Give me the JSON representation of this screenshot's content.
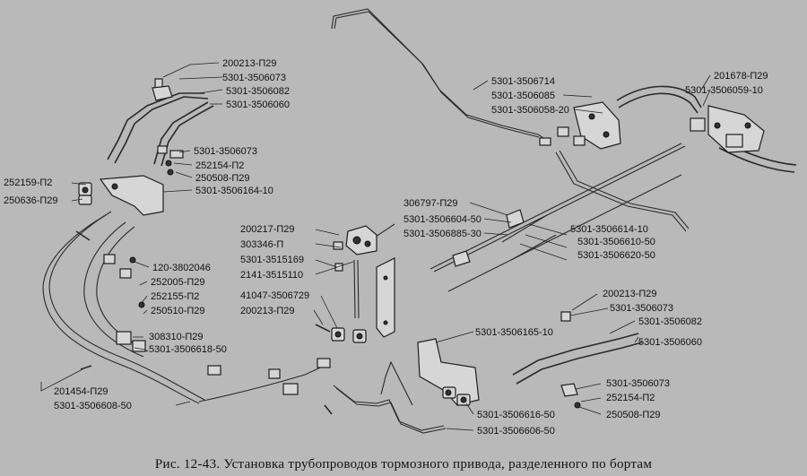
{
  "caption": "Рис. 12-43. Установка трубопроводов тормозного привода, разделенного по бортам",
  "labels": {
    "l1": "200213-П29",
    "l2": "5301-3506073",
    "l3": "5301-3506082",
    "l4": "5301-3506060",
    "l5": "5301-3506073",
    "l6": "252154-П2",
    "l7": "250508-П29",
    "l8": "5301-3506164-10",
    "l9": "252159-П2",
    "l10": "250636-П29",
    "l11": "5301-3506714",
    "l12": "5301-3506085",
    "l13": "5301-3506058-20",
    "l14": "201678-П29",
    "l15": "5301-3506059-10",
    "l16": "306797-П29",
    "l17": "5301-3506604-50",
    "l18": "5301-3506885-30",
    "l19": "5301-3506614-10",
    "l20": "5301-3506610-50",
    "l21": "5301-3506620-50",
    "l22": "200217-П29",
    "l23": "303346-П",
    "l24": "5301-3515169",
    "l25": "2141-3515110",
    "l26": "120-3802046",
    "l27": "252005-П29",
    "l28": "252155-П2",
    "l29": "250510-П29",
    "l30": "41047-3506729",
    "l31": "200213-П29",
    "l32": "308310-П29",
    "l33": "5301-3506618-50",
    "l34": "201454-П29",
    "l35": "5301-3506608-50",
    "l36": "200213-П29",
    "l37": "5301-3506073",
    "l38": "5301-3506082",
    "l39": "5301-3506060",
    "l40": "5301-3506165-10",
    "l41": "5301-3506073",
    "l42": "252154-П2",
    "l43": "250508-П29",
    "l44": "5301-3506616-50",
    "l45": "5301-3506606-50"
  }
}
